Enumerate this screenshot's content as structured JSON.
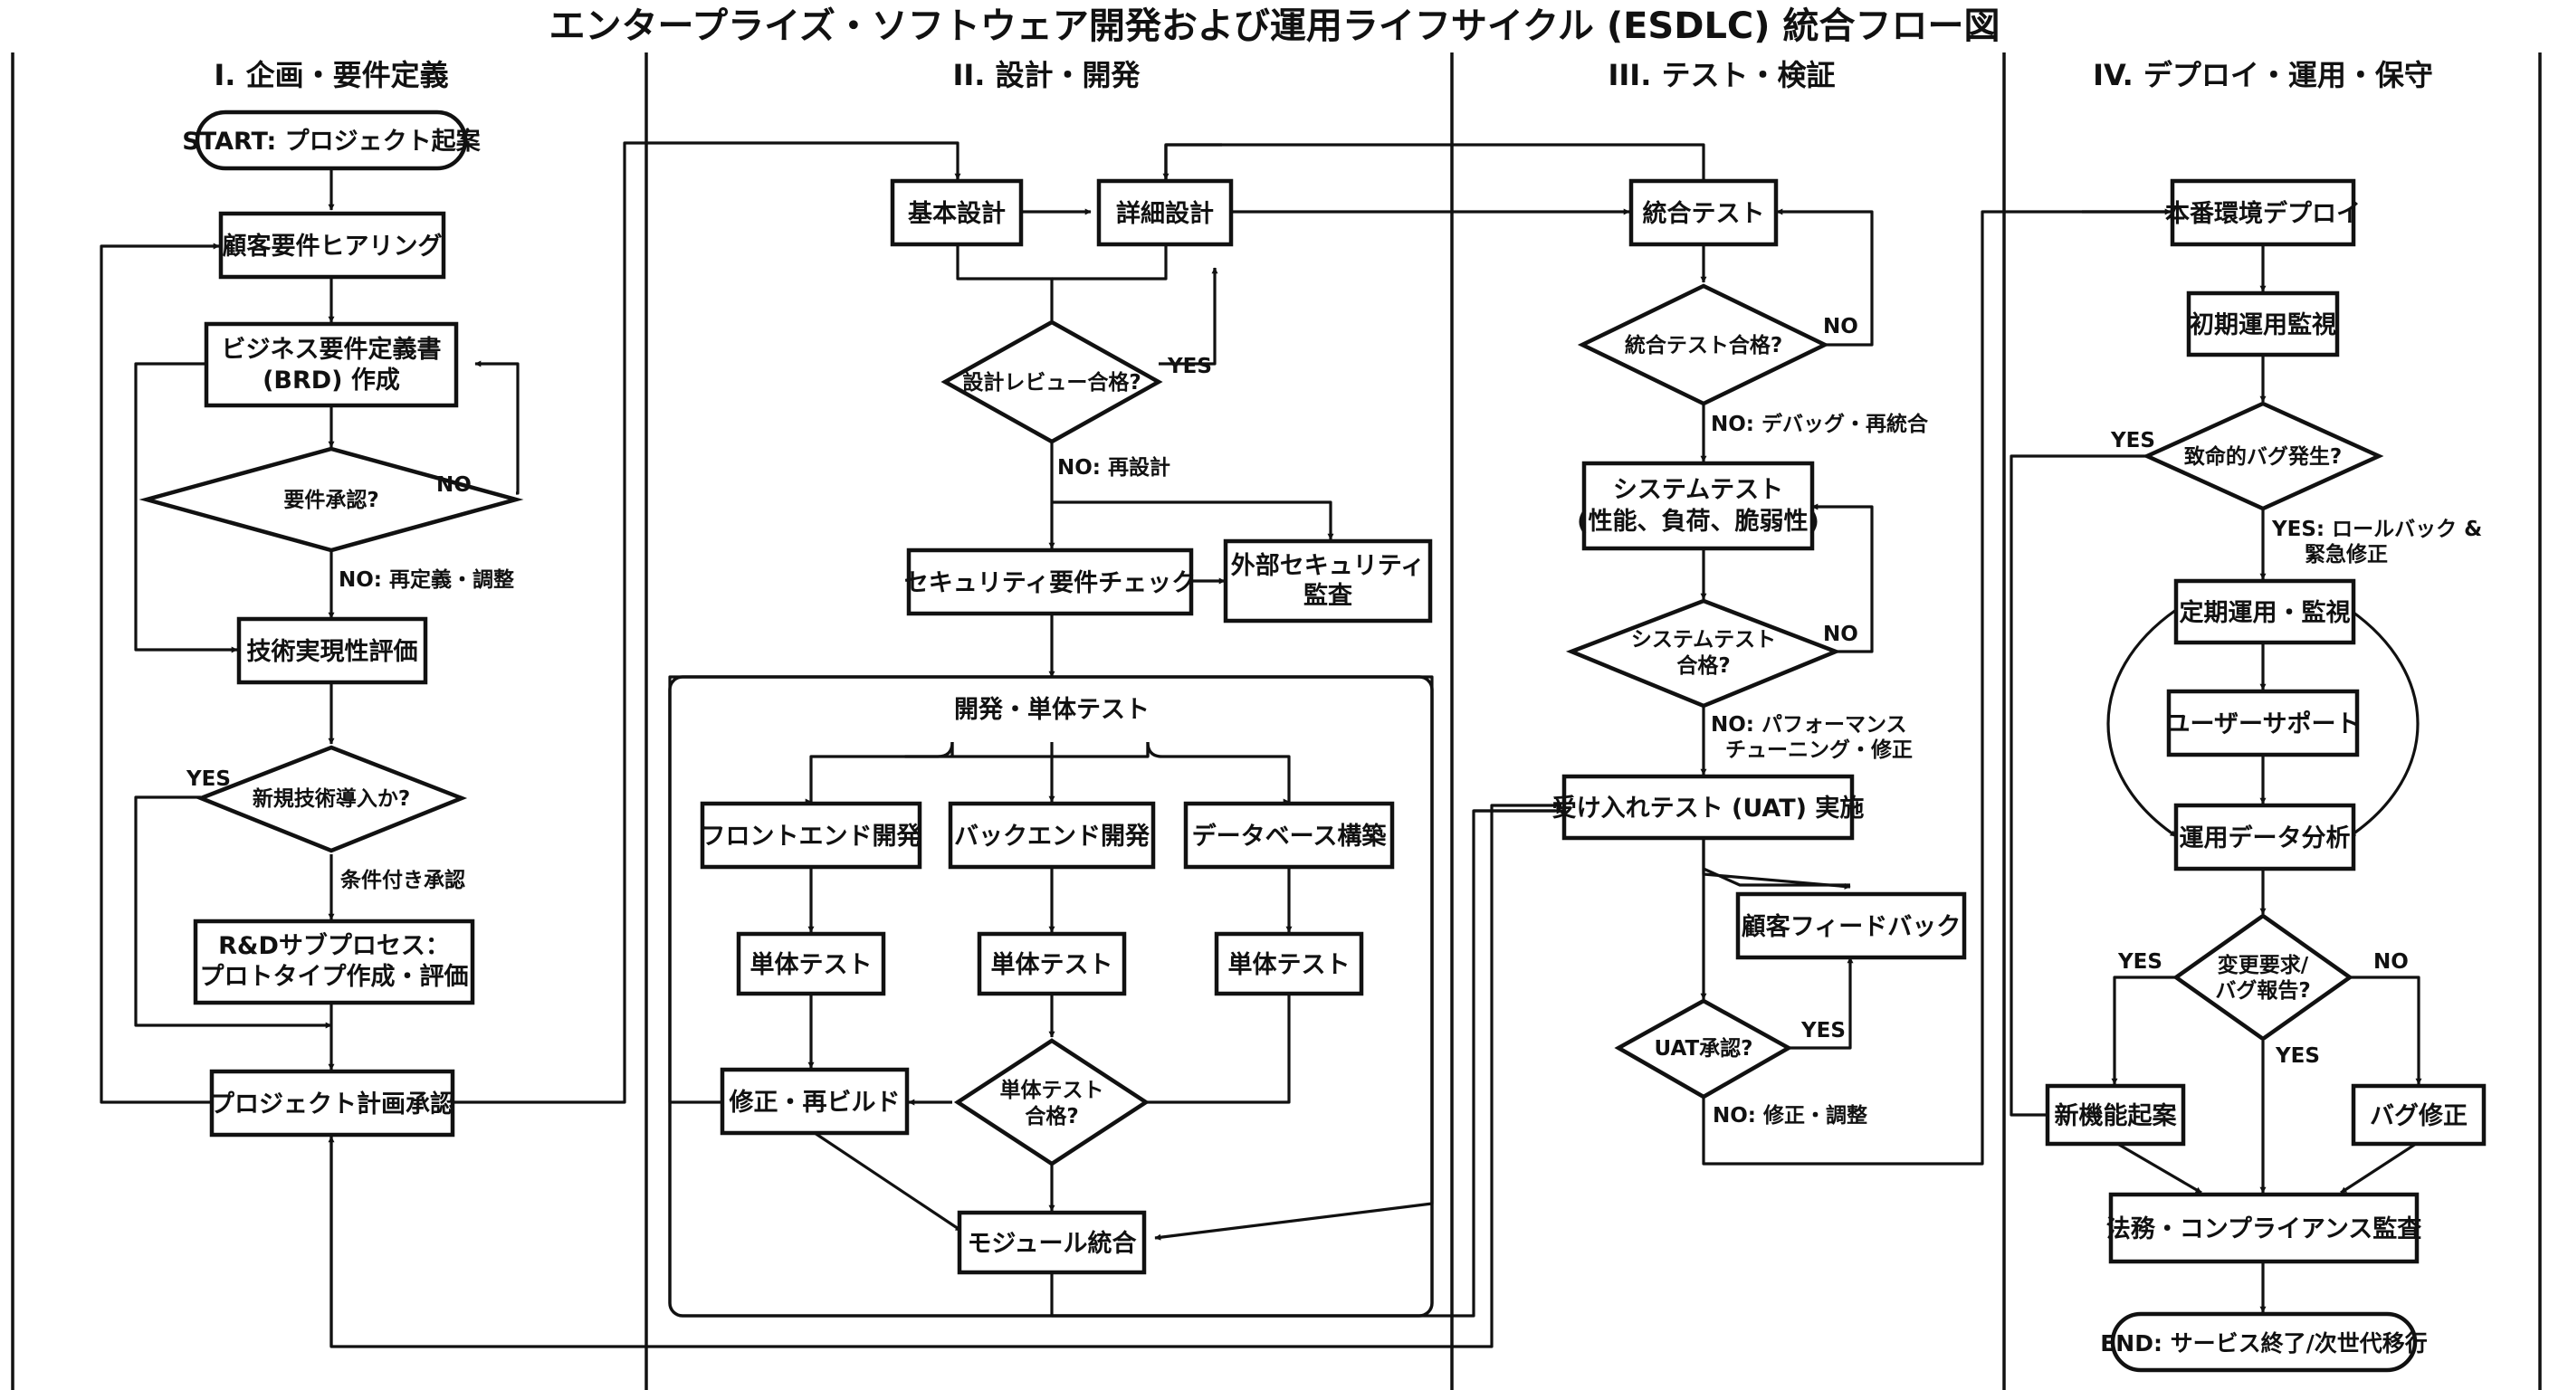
{
  "title": "エンタープライズ・ソフトウェア開発および運用ライフサイクル (ESDLC) 統合フロー図",
  "lanes": [
    "I. 企画・要件定義",
    "II. 設計・開発",
    "III. テスト・検証",
    "IV. デプロイ・運用・保守"
  ],
  "nodes": {
    "start": "START: プロジェクト起案",
    "hearing": "顧客要件ヒアリング",
    "brd_1": "ビジネス要件定義書",
    "brd_2": "(BRD) 作成",
    "req_approve": "要件承認?",
    "tech_eval": "技術実現性評価",
    "new_tech": "新規技術導入か?",
    "rd_1": "R&Dサブプロセス：",
    "rd_2": "プロトタイプ作成・評価",
    "plan_approve": "プロジェクト計画承認",
    "basic_design": "基本設計",
    "detail_design": "詳細設計",
    "design_review": "設計レビュー合格?",
    "sec_check": "セキュリティ要件チェック",
    "ext_audit_1": "外部セキュリティ",
    "ext_audit_2": "監査",
    "dev_group": "開発・単体テスト",
    "frontend": "フロントエンド開発",
    "backend": "バックエンド開発",
    "database": "データベース構築",
    "unit_test_1": "単体テスト",
    "unit_test_2": "単体テスト",
    "unit_test_3": "単体テスト",
    "fix_rebuild": "修正・再ビルド",
    "unit_pass_1": "単体テスト",
    "unit_pass_2": "合格?",
    "module_integ": "モジュール統合",
    "integ_test": "統合テスト",
    "integ_pass": "統合テスト合格?",
    "sys_test_1": "システムテスト",
    "sys_test_2": "(性能、負荷、脆弱性)",
    "sys_pass_1": "システムテスト",
    "sys_pass_2": "合格?",
    "uat": "受け入れテスト (UAT) 実施",
    "cust_feedback": "顧客フィードバック",
    "uat_approve": "UAT承認?",
    "prod_deploy": "本番環境デプロイ",
    "init_monitor": "初期運用監視",
    "fatal_bug": "致命的バグ発生?",
    "reg_ops": "定期運用・監視",
    "user_support": "ユーザーサポート",
    "ops_analysis": "運用データ分析",
    "change_req_1": "変更要求/",
    "change_req_2": "バグ報告?",
    "new_feature": "新機能起案",
    "bug_fix": "バグ修正",
    "legal_audit": "法務・コンプライアンス監査",
    "end": "END: サービス終了/次世代移行"
  },
  "labels": {
    "req_no": "NO",
    "req_no_redo": "NO: 再定義・調整",
    "newtech_yes": "YES",
    "newtech_cond": "条件付き承認",
    "review_yes": "YES",
    "review_no": "NO: 再設計",
    "integ_no": "NO",
    "integ_no_debug": "NO: デバッグ・再統合",
    "sys_no": "NO",
    "sys_no_perf_1": "NO: パフォーマンス",
    "sys_no_perf_2": "チューニング・修正",
    "uat_yes": "YES",
    "uat_no": "NO: 修正・調整",
    "fatal_yes": "YES",
    "fatal_yes_rb_1": "YES: ロールバック &",
    "fatal_yes_rb_2": "緊急修正",
    "change_yes_left": "YES",
    "change_no": "NO",
    "change_yes_mid": "YES"
  }
}
